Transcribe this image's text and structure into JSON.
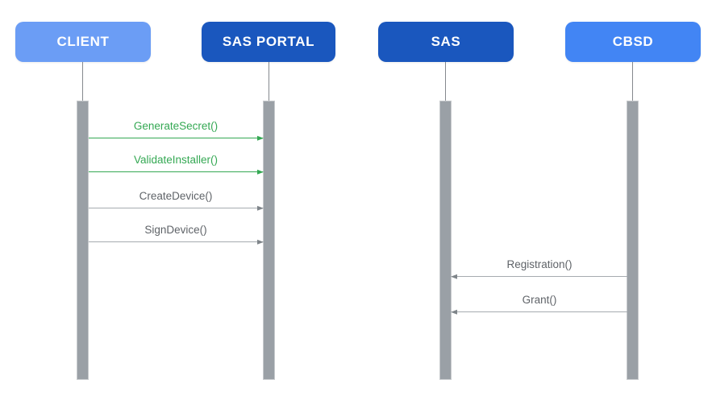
{
  "diagram": {
    "kind": "sequence-diagram",
    "background_color": "#FFFFFF",
    "lifeline_color": "#9AA0A6",
    "activation_bar_color": "#9AA0A6",
    "actors": [
      {
        "id": "client",
        "label": "CLIENT",
        "fill_color": "#6B9DF5",
        "text_color": "#FFFFFF"
      },
      {
        "id": "sas-portal",
        "label": "SAS PORTAL",
        "fill_color": "#1A57BE",
        "text_color": "#FFFFFF"
      },
      {
        "id": "sas",
        "label": "SAS",
        "fill_color": "#1A57BE",
        "text_color": "#FFFFFF"
      },
      {
        "id": "cbsd",
        "label": "CBSD",
        "fill_color": "#4285F4",
        "text_color": "#FFFFFF"
      }
    ],
    "messages": [
      {
        "label": "GenerateSecret()",
        "from": "CLIENT",
        "to": "SAS PORTAL",
        "direction": "right",
        "color": "#34A853"
      },
      {
        "label": "ValidateInstaller()",
        "from": "CLIENT",
        "to": "SAS PORTAL",
        "direction": "right",
        "color": "#34A853"
      },
      {
        "label": "CreateDevice()",
        "from": "CLIENT",
        "to": "SAS PORTAL",
        "direction": "right",
        "color": "#5F6368"
      },
      {
        "label": "SignDevice()",
        "from": "CLIENT",
        "to": "SAS PORTAL",
        "direction": "right",
        "color": "#5F6368"
      },
      {
        "label": "Registration()",
        "from": "CBSD",
        "to": "SAS",
        "direction": "left",
        "color": "#5F6368"
      },
      {
        "label": "Grant()",
        "from": "CBSD",
        "to": "SAS",
        "direction": "left",
        "color": "#5F6368"
      }
    ]
  }
}
